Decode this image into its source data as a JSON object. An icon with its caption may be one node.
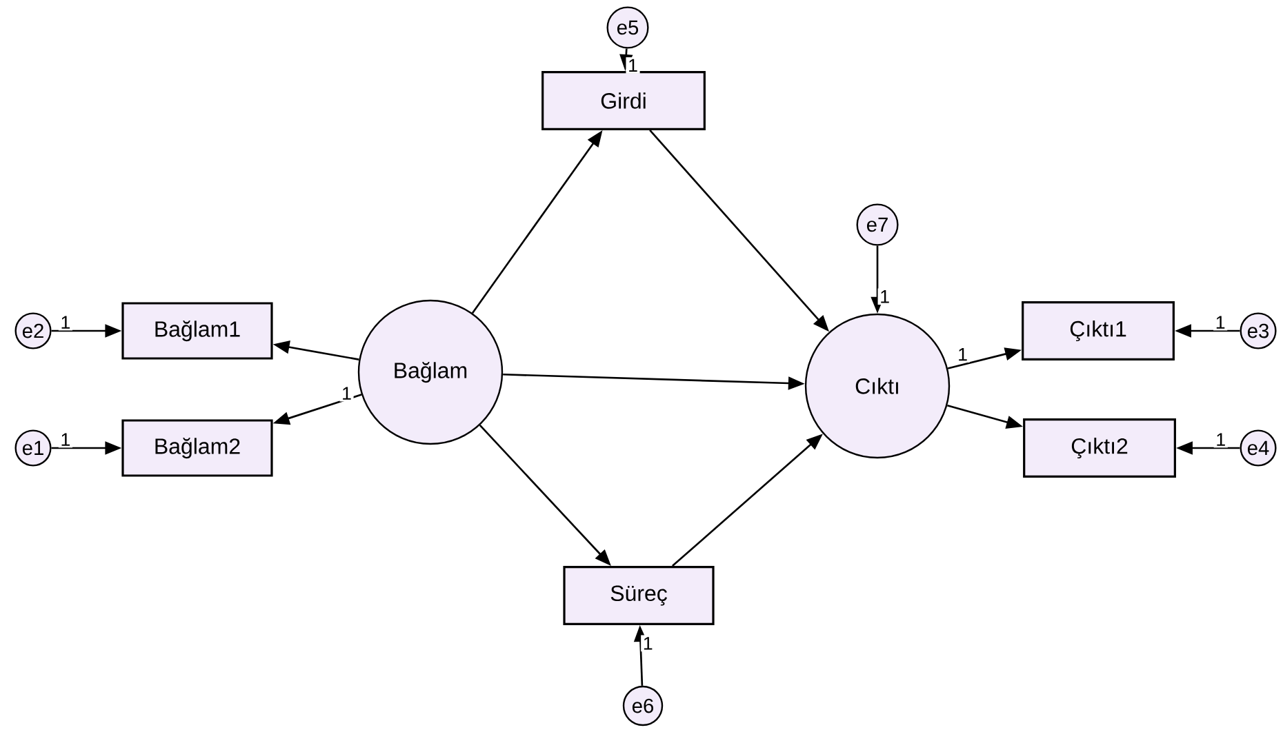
{
  "diagram": {
    "nodes": [
      {
        "text": [
          "Girdi"
        ]
      },
      {
        "text": [
          "Bağlam"
        ]
      },
      {
        "text": [
          "Cıktı"
        ]
      },
      {
        "text": [
          "Bağlam1"
        ]
      },
      {
        "text": [
          "Bağlam2"
        ]
      },
      {
        "text": [
          "Çıktı1"
        ]
      },
      {
        "text": [
          "Çıktı2"
        ]
      },
      {
        "text": [
          "Süreç"
        ]
      },
      {
        "text": [
          "e5"
        ]
      },
      {
        "text": [
          "e7"
        ]
      },
      {
        "text": [
          "e2"
        ]
      },
      {
        "text": [
          "e1"
        ]
      },
      {
        "text": [
          "e3"
        ]
      },
      {
        "text": [
          "e4"
        ]
      },
      {
        "text": [
          "e6"
        ]
      }
    ],
    "edges": [
      {
        "from": 8,
        "to": 0,
        "arrow": "to",
        "label": "1"
      },
      {
        "from": 10,
        "to": 3,
        "arrow": "to",
        "label": "1"
      },
      {
        "from": 11,
        "to": 4,
        "arrow": "to",
        "label": "1"
      },
      {
        "from": 1,
        "to": 3,
        "arrow": "to"
      },
      {
        "from": 1,
        "to": 4,
        "arrow": "to",
        "label": "1"
      },
      {
        "from": 1,
        "to": 0,
        "arrow": "to"
      },
      {
        "from": 1,
        "to": 2,
        "arrow": "to"
      },
      {
        "from": 1,
        "to": 7,
        "arrow": "to"
      },
      {
        "from": 0,
        "to": 2,
        "arrow": "to"
      },
      {
        "from": 7,
        "to": 2,
        "arrow": "to"
      },
      {
        "from": 9,
        "to": 2,
        "arrow": "to",
        "label": "1"
      },
      {
        "from": 2,
        "to": 5,
        "arrow": "to",
        "label": "1"
      },
      {
        "from": 2,
        "to": 6,
        "arrow": "to"
      },
      {
        "from": 12,
        "to": 5,
        "arrow": "to",
        "label": "1"
      },
      {
        "from": 13,
        "to": 6,
        "arrow": "to",
        "label": "1"
      },
      {
        "from": 14,
        "to": 7,
        "arrow": "to",
        "label": "1"
      }
    ]
  }
}
